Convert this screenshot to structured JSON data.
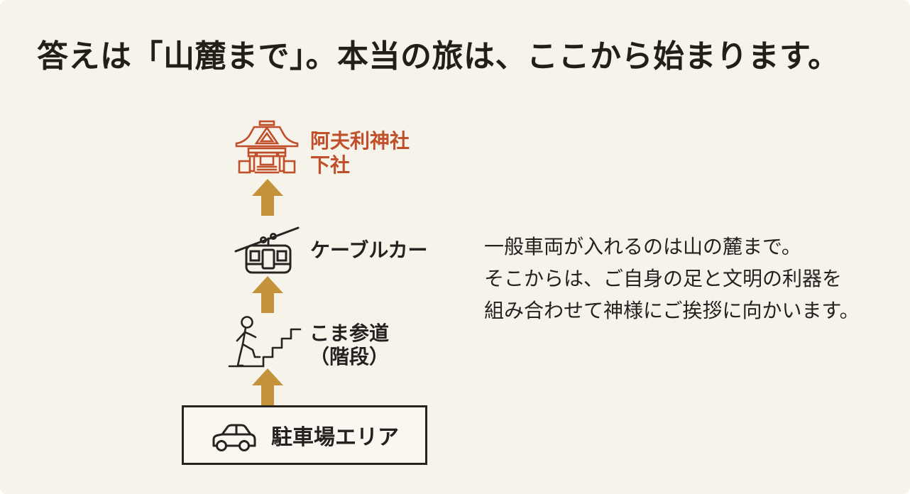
{
  "title": "答えは「山麓まで」。本当の旅は、ここから始まります。",
  "colors": {
    "background": "#f6f3eb",
    "title_text": "#221f19",
    "shrine_accent": "#c0502b",
    "arrow_gold": "#c5923c",
    "icon_dark": "#262421",
    "body_text": "#242220"
  },
  "flow": {
    "steps": [
      {
        "id": "shrine",
        "icon": "shrine-icon",
        "label_line1": "阿夫利神社",
        "label_line2": "下社"
      },
      {
        "id": "cablecar",
        "icon": "cablecar-icon",
        "label": "ケーブルカー"
      },
      {
        "id": "stairs",
        "icon": "stairs-icon",
        "label_line1": "こま参道",
        "label_line2": "（階段）"
      },
      {
        "id": "parking",
        "icon": "car-icon",
        "label": "駐車場エリア"
      }
    ],
    "connector_icon": "up-arrow-icon"
  },
  "description": {
    "lines": [
      "一般車両が入れるのは山の麓まで。",
      "そこからは、ご自身の足と文明の利器を",
      "組み合わせて神様にご挨拶に向かいます。"
    ]
  }
}
